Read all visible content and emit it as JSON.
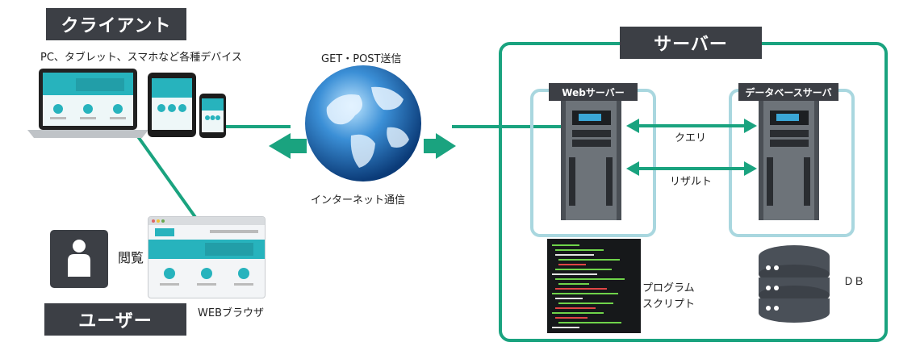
{
  "client": {
    "title": "クライアント",
    "devices_caption": "PC、タブレット、スマホなど各種デバイス"
  },
  "network": {
    "top_label": "GET・POST送信",
    "bottom_label": "インターネット通信"
  },
  "server": {
    "title": "サーバー",
    "web_server_label": "Webサーバー",
    "db_server_label": "データベースサーバ",
    "query_label": "クエリ",
    "result_label": "リザルト",
    "program_label_line1": "プログラム",
    "program_label_line2": "スクリプト",
    "db_label": "ＤＢ"
  },
  "user": {
    "title": "ユーザー",
    "view_label": "閲覧",
    "browser_label": "WEBブラウザ"
  },
  "colors": {
    "accent_green": "#1aa37f",
    "dark_label": "#3c3f45",
    "server_outline": "#a9d7df",
    "screen_teal": "#27b3bd"
  }
}
